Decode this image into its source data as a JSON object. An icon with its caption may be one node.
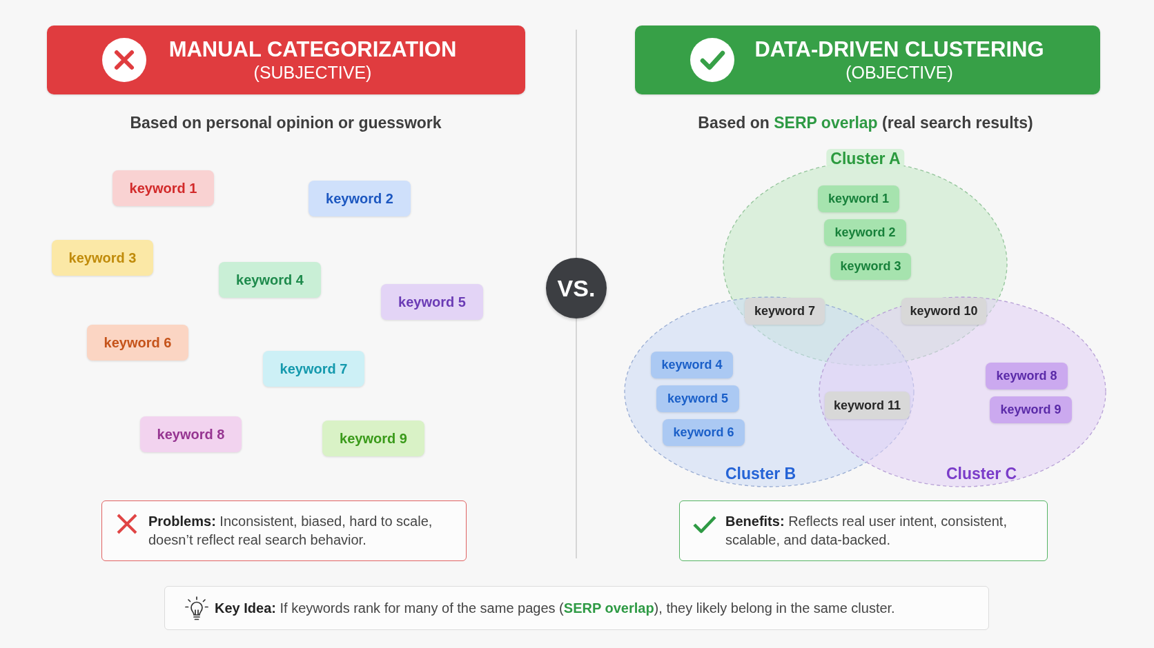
{
  "diagram": {
    "nodes": [
      {
        "text": [
          "MANUAL CATEGORIZATION",
          "(SUBJECTIVE)"
        ]
      },
      {
        "text": [
          "keyword 1"
        ]
      },
      {
        "text": [
          "keyword 2"
        ]
      },
      {
        "text": [
          "keyword 3"
        ]
      },
      {
        "text": [
          "keyword 4"
        ]
      },
      {
        "text": [
          "keyword 5"
        ]
      },
      {
        "text": [
          "keyword 6"
        ]
      },
      {
        "text": [
          "keyword 7"
        ]
      },
      {
        "text": [
          "keyword 8"
        ]
      },
      {
        "text": [
          "keyword 9"
        ]
      },
      {
        "text": [
          "**Problems:** Inconsistent, biased, hard to scale, doesn’t reflect real search behavior."
        ]
      },
      {
        "text": [
          "VS."
        ]
      },
      {
        "text": [
          "DATA-DRIVEN CLUSTERING",
          "(OBJECTIVE)"
        ]
      },
      {
        "text": [
          "Cluster A"
        ]
      },
      {
        "text": [
          "keyword 1"
        ],
        "in": 13
      },
      {
        "text": [
          "keyword 2"
        ],
        "in": 13
      },
      {
        "text": [
          "keyword 3"
        ],
        "in": 13
      },
      {
        "text": [
          "keyword 7"
        ]
      },
      {
        "text": [
          "keyword 10"
        ]
      },
      {
        "text": [
          "Cluster B"
        ]
      },
      {
        "text": [
          "keyword 4"
        ],
        "in": 19
      },
      {
        "text": [
          "keyword 5"
        ],
        "in": 19
      },
      {
        "text": [
          "keyword 6"
        ],
        "in": 19
      },
      {
        "text": [
          "keyword 11"
        ]
      },
      {
        "text": [
          "Cluster C"
        ]
      },
      {
        "text": [
          "keyword 8"
        ],
        "in": 24
      },
      {
        "text": [
          "keyword 9"
        ],
        "in": 24
      },
      {
        "text": [
          "**Benefits:** Reflects real user intent, consistent, scalable, and data-backed."
        ]
      },
      {
        "text": [
          "**Key Idea:** If keywords rank for many of the same pages (**SERP overlap**), they likely belong in the same cluster."
        ]
      }
    ],
    "labels": [
      "Based on personal opinion or guesswork",
      "Based on **SERP overlap** (real search results)"
    ]
  }
}
